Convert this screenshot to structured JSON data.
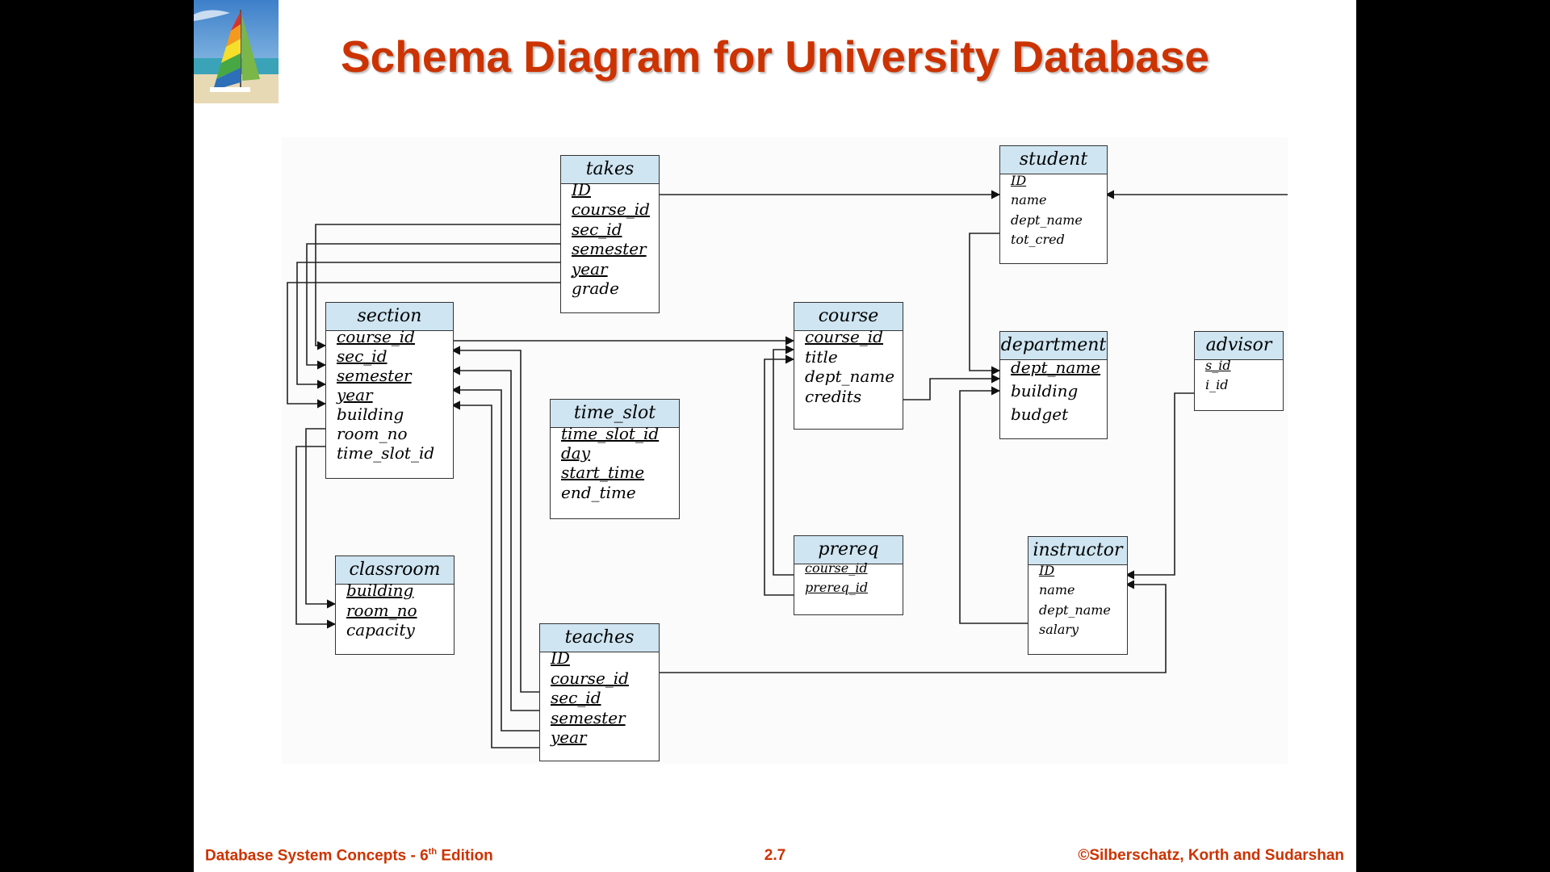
{
  "title": "Schema Diagram for University Database",
  "footer": {
    "left_prefix": "Database System Concepts - 6",
    "left_sup": "th",
    "left_suffix": " Edition",
    "center": "2.7",
    "right": "©Silberschatz, Korth and Sudarshan"
  },
  "tables": [
    {
      "id": "takes",
      "name": "takes",
      "attrs": [
        {
          "name": "ID",
          "pk": true
        },
        {
          "name": "course_id",
          "pk": true
        },
        {
          "name": "sec_id",
          "pk": true
        },
        {
          "name": "semester",
          "pk": true
        },
        {
          "name": "year",
          "pk": true
        },
        {
          "name": "grade",
          "pk": false
        }
      ]
    },
    {
      "id": "student",
      "name": "student",
      "attrs": [
        {
          "name": "ID",
          "pk": true
        },
        {
          "name": "name",
          "pk": false
        },
        {
          "name": "dept_name",
          "pk": false
        },
        {
          "name": "tot_cred",
          "pk": false
        }
      ]
    },
    {
      "id": "section",
      "name": "section",
      "attrs": [
        {
          "name": "course_id",
          "pk": true
        },
        {
          "name": "sec_id",
          "pk": true
        },
        {
          "name": "semester",
          "pk": true
        },
        {
          "name": "year",
          "pk": true
        },
        {
          "name": "building",
          "pk": false
        },
        {
          "name": "room_no",
          "pk": false
        },
        {
          "name": "time_slot_id",
          "pk": false
        }
      ]
    },
    {
      "id": "course",
      "name": "course",
      "attrs": [
        {
          "name": "course_id",
          "pk": true
        },
        {
          "name": "title",
          "pk": false
        },
        {
          "name": "dept_name",
          "pk": false
        },
        {
          "name": "credits",
          "pk": false
        }
      ]
    },
    {
      "id": "department",
      "name": "department",
      "attrs": [
        {
          "name": "dept_name",
          "pk": true
        },
        {
          "name": "building",
          "pk": false
        },
        {
          "name": "budget",
          "pk": false
        }
      ]
    },
    {
      "id": "advisor",
      "name": "advisor",
      "attrs": [
        {
          "name": "s_id",
          "pk": true
        },
        {
          "name": "i_id",
          "pk": false
        }
      ]
    },
    {
      "id": "time_slot",
      "name": "time_slot",
      "attrs": [
        {
          "name": "time_slot_id",
          "pk": true
        },
        {
          "name": "day",
          "pk": true
        },
        {
          "name": "start_time",
          "pk": true
        },
        {
          "name": "end_time",
          "pk": false
        }
      ]
    },
    {
      "id": "prereq",
      "name": "prereq",
      "attrs": [
        {
          "name": "course_id",
          "pk": true
        },
        {
          "name": "prereq_id",
          "pk": true
        }
      ]
    },
    {
      "id": "classroom",
      "name": "classroom",
      "attrs": [
        {
          "name": "building",
          "pk": true
        },
        {
          "name": "room_no",
          "pk": true
        },
        {
          "name": "capacity",
          "pk": false
        }
      ]
    },
    {
      "id": "instructor",
      "name": "instructor",
      "attrs": [
        {
          "name": "ID",
          "pk": true
        },
        {
          "name": "name",
          "pk": false
        },
        {
          "name": "dept_name",
          "pk": false
        },
        {
          "name": "salary",
          "pk": false
        }
      ]
    },
    {
      "id": "teaches",
      "name": "teaches",
      "attrs": [
        {
          "name": "ID",
          "pk": true
        },
        {
          "name": "course_id",
          "pk": true
        },
        {
          "name": "sec_id",
          "pk": true
        },
        {
          "name": "semester",
          "pk": true
        },
        {
          "name": "year",
          "pk": true
        }
      ]
    }
  ]
}
